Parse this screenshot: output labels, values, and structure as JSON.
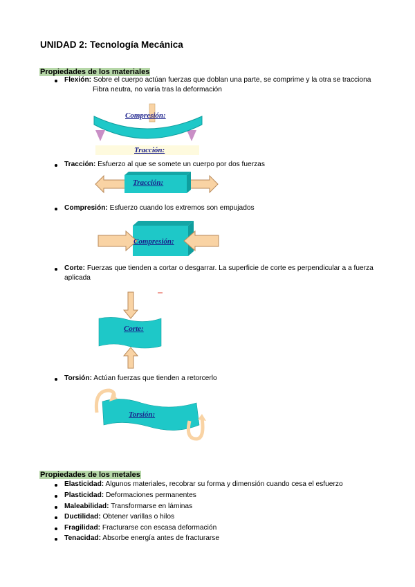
{
  "title": "UNIDAD 2: Tecnología Mecánica",
  "section1": {
    "heading": "Propiedades de los materiales",
    "items": [
      {
        "term": "Flexión:",
        "text": " Sobre el cuerpo actúan fuerzas que doblan una parte, se comprime y la otra se tracciona"
      },
      {
        "term": "Tracción:",
        "text": " Esfuerzo al que se somete un cuerpo por dos fuerzas"
      },
      {
        "term": "Compresión:",
        "text": " Esfuerzo cuando los extremos son empujados"
      },
      {
        "term": "Corte:",
        "text": " Fuerzas que tienden a cortar o desgarrar. La superficie de corte es perpendicular a a fuerza aplicada"
      },
      {
        "term": "Torsión:",
        "text": " Actúan fuerzas que tienden a retorcerlo"
      }
    ],
    "flexion_note": "Fibra neutra, no varía tras la deformación"
  },
  "diagrams": {
    "flexion_top": "Compresión:",
    "flexion_bottom": "Tracción:",
    "traccion": "Tracción:",
    "compresion": "Compresión:",
    "corte": "Corte:",
    "torsion": "Torsión:"
  },
  "section2": {
    "heading": "Propiedades de los metales",
    "items": [
      {
        "term": "Elasticidad:",
        "text": " Algunos materiales, recobrar su forma y dimensión cuando cesa el esfuerzo"
      },
      {
        "term": "Plasticidad:",
        "text": " Deformaciones permanentes"
      },
      {
        "term": "Maleabilidad:",
        "text": " Transformarse en láminas"
      },
      {
        "term": "Ductilidad:",
        "text": " Obtener varillas o hilos"
      },
      {
        "term": "Fragilidad:",
        "text": " Fracturarse con escasa deformación"
      },
      {
        "term": "Tenacidad:",
        "text": " Absorbe energía antes de fracturarse"
      }
    ]
  },
  "colors": {
    "highlight": "#b6d7a8",
    "shape": "#1ec8c8",
    "arrow": "#f9d3a4",
    "label": "#1a1f8c"
  }
}
